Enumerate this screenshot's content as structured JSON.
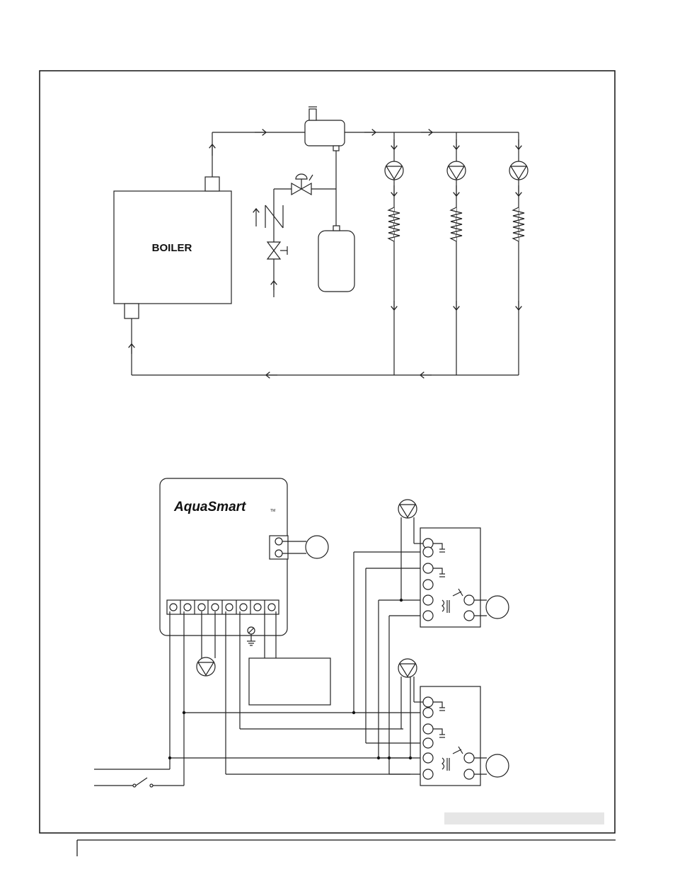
{
  "piping": {
    "boiler_label": "BOILER",
    "zone_count": 3
  },
  "wiring": {
    "controller_brand": "AquaSmart",
    "controller_brand_mark": "TM",
    "terminal_count": 8,
    "relay_count": 2
  },
  "caption_bar_color": "#e6e6e6"
}
